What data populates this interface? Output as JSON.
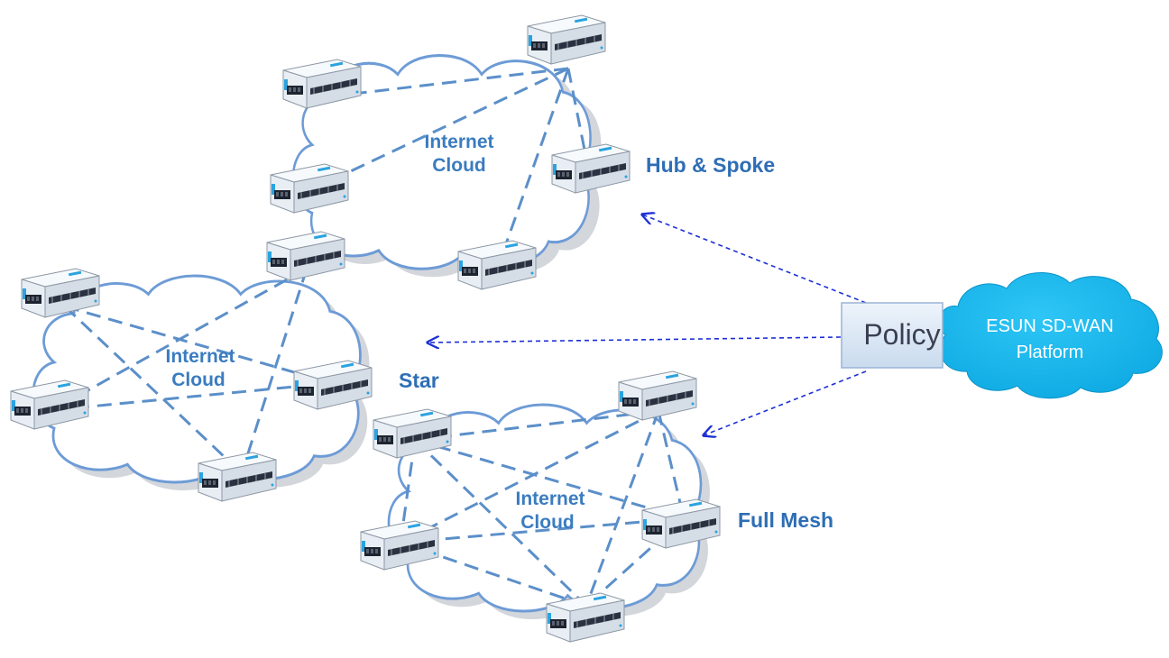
{
  "colors": {
    "cloud_outline": "#6d9bd6",
    "link_dashes": "#5b8fc9",
    "control_arrows": "#1c2fd6",
    "label_blue": "#2e6eb5",
    "platform_cloud": "#14b6ee",
    "policy_box": "#dbe7f4"
  },
  "clouds": {
    "hub_spoke": {
      "line1": "Internet",
      "line2": "Cloud"
    },
    "star": {
      "line1": "Internet",
      "line2": "Cloud"
    },
    "full_mesh": {
      "line1": "Internet",
      "line2": "Cloud"
    }
  },
  "topologies": {
    "hub_spoke": "Hub & Spoke",
    "star": "Star",
    "full_mesh": "Full Mesh"
  },
  "policy": {
    "label": "Policy"
  },
  "platform": {
    "line1": "ESUN SD-WAN",
    "line2": "Platform"
  },
  "icons": {
    "router": "router-icon",
    "cloud": "cloud-icon",
    "platform": "sdwan-cloud-icon"
  }
}
